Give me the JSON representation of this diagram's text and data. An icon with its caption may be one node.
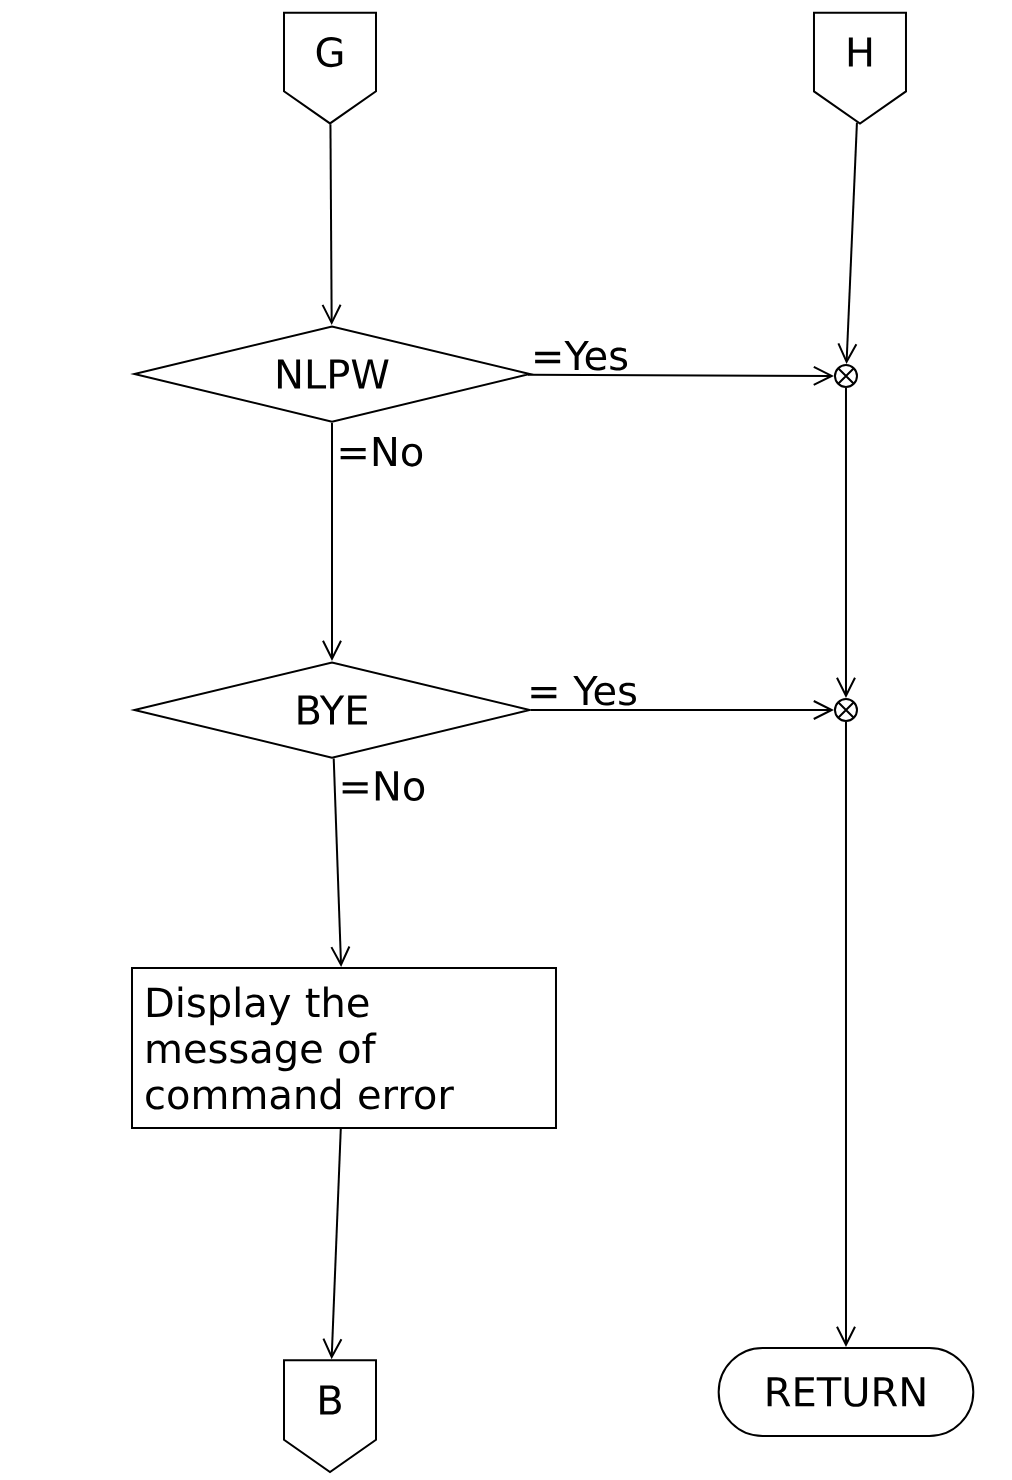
{
  "diagram": {
    "nodes": [
      {
        "text": [
          "G"
        ]
      },
      {
        "text": [
          "H"
        ]
      },
      {
        "text": [
          "NLPW"
        ]
      },
      {
        "text": [],
        "shape": "circle"
      },
      {
        "text": [
          "BYE"
        ]
      },
      {
        "text": [],
        "shape": "circle"
      },
      {
        "text": [
          "Display the message of command error"
        ]
      },
      {
        "text": [
          "B"
        ]
      },
      {
        "text": [
          "RETURN"
        ]
      }
    ],
    "edges": [
      {
        "from": 0,
        "to": 2,
        "arrow": "to"
      },
      {
        "from": 2,
        "to": 3,
        "arrow": "to",
        "label": "=Yes"
      },
      {
        "from": 2,
        "to": 4,
        "arrow": "to",
        "label": "=No"
      },
      {
        "from": 1,
        "to": 3,
        "arrow": "to"
      },
      {
        "from": 3,
        "to": 5,
        "arrow": "to"
      },
      {
        "from": 4,
        "to": 5,
        "arrow": "to",
        "label": "= Yes"
      },
      {
        "from": 4,
        "to": 6,
        "arrow": "to",
        "label": "=No"
      },
      {
        "from": 6,
        "to": 7,
        "arrow": "to"
      },
      {
        "from": 5,
        "to": 8,
        "arrow": "to"
      }
    ]
  }
}
